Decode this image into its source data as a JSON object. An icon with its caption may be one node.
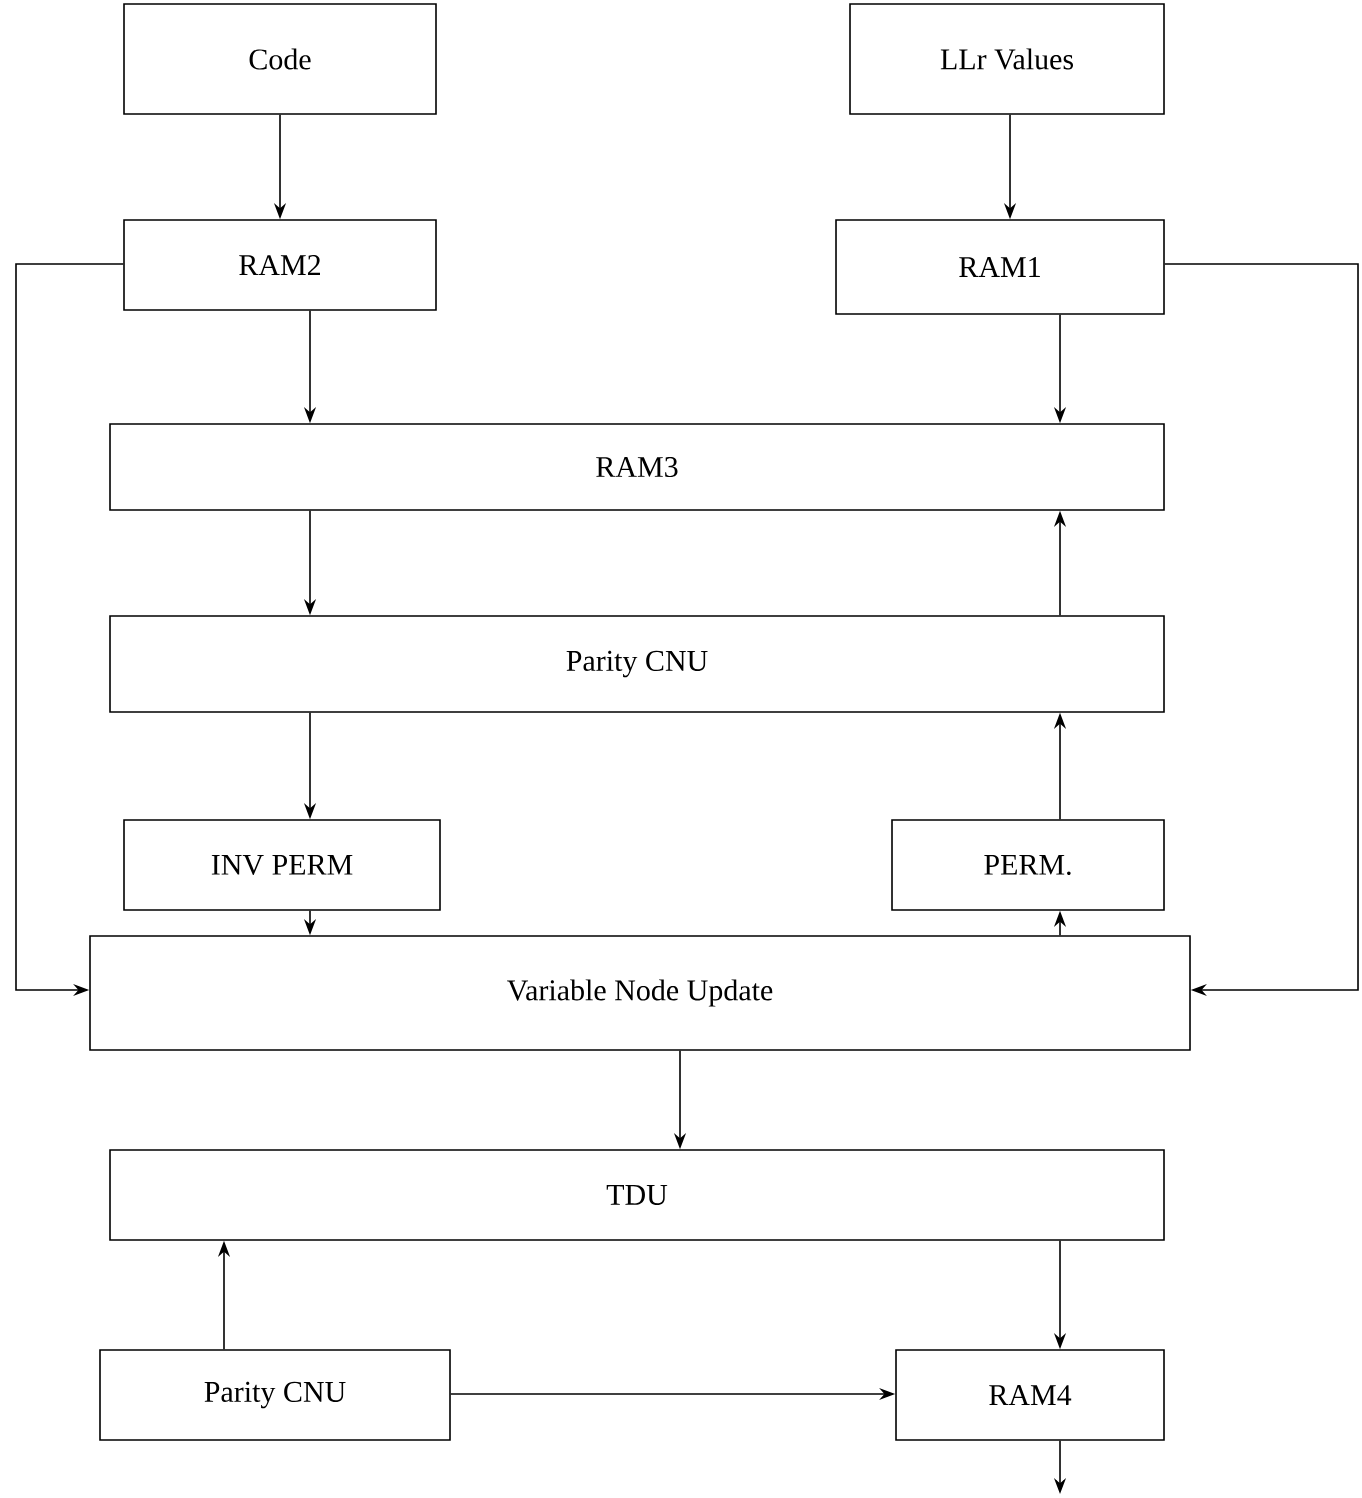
{
  "diagram": {
    "nodes": [
      {
        "text": [
          "Code"
        ]
      },
      {
        "text": [
          "LLr Values"
        ]
      },
      {
        "text": [
          "RAM2"
        ]
      },
      {
        "text": [
          "RAM1"
        ]
      },
      {
        "text": [
          "RAM3"
        ]
      },
      {
        "text": [
          "Parity CNU"
        ]
      },
      {
        "text": [
          "INV PERM"
        ]
      },
      {
        "text": [
          "PERM."
        ]
      },
      {
        "text": [
          "Variable Node Update"
        ]
      },
      {
        "text": [
          "TDU"
        ]
      },
      {
        "text": [
          "Parity CNU"
        ]
      },
      {
        "text": [
          "RAM4"
        ]
      }
    ],
    "edges": [
      {
        "from": 0,
        "to": 2,
        "arrow": "to"
      },
      {
        "from": 1,
        "to": 3,
        "arrow": "to"
      },
      {
        "from": 2,
        "to": 4,
        "arrow": "to"
      },
      {
        "from": 3,
        "to": 4,
        "arrow": "to"
      },
      {
        "from": 4,
        "to": 5,
        "arrow": "to"
      },
      {
        "from": 5,
        "to": 4,
        "arrow": "to"
      },
      {
        "from": 5,
        "to": 6,
        "arrow": "to"
      },
      {
        "from": 7,
        "to": 5,
        "arrow": "to"
      },
      {
        "from": 6,
        "to": 8,
        "arrow": "to"
      },
      {
        "from": 8,
        "to": 7,
        "arrow": "to"
      },
      {
        "from": 2,
        "to": 8,
        "arrow": "to"
      },
      {
        "from": 3,
        "to": 8,
        "arrow": "to"
      },
      {
        "from": 8,
        "to": 9,
        "arrow": "to"
      },
      {
        "from": 10,
        "to": 9,
        "arrow": "to"
      },
      {
        "from": 9,
        "to": 11,
        "arrow": "to"
      },
      {
        "from": 10,
        "to": 11,
        "arrow": "to"
      },
      {
        "from": 11,
        "to": null,
        "arrow": "to"
      }
    ]
  }
}
